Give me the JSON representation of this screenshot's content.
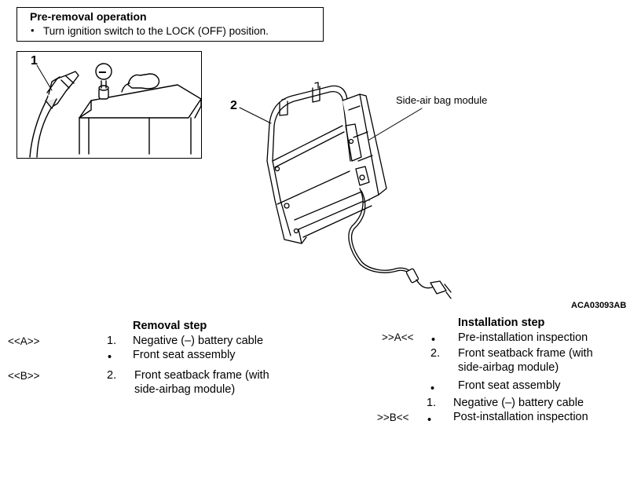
{
  "pre_removal": {
    "title": "Pre-removal operation",
    "bullet": "•",
    "text": "Turn ignition switch to the LOCK (OFF) position."
  },
  "figure": {
    "callout_1": "1",
    "callout_2": "2",
    "battery_sign": "−",
    "side_airbag_label": "Side-air bag module",
    "figure_code": "ACA03093AB"
  },
  "removal": {
    "title": "Removal step",
    "marker_a": "<<A>>",
    "marker_b": "<<B>>",
    "steps": [
      {
        "num": "1.",
        "text": "Negative (–) battery cable"
      },
      {
        "num": "•",
        "text": "Front seat assembly"
      },
      {
        "num": "2.",
        "text": "Front seatback frame (with",
        "text2": "side-airbag module)"
      }
    ]
  },
  "installation": {
    "title": "Installation step",
    "marker_a": ">>A<<",
    "marker_b": ">>B<<",
    "steps": [
      {
        "num": "•",
        "text": "Pre-installation inspection"
      },
      {
        "num": "2.",
        "text": "Front seatback frame (with",
        "text2": "side-airbag module)"
      },
      {
        "num": "•",
        "text": "Front seat assembly"
      },
      {
        "num": "1.",
        "text": "Negative (–) battery cable"
      },
      {
        "num": "•",
        "text": "Post-installation inspection"
      }
    ]
  }
}
